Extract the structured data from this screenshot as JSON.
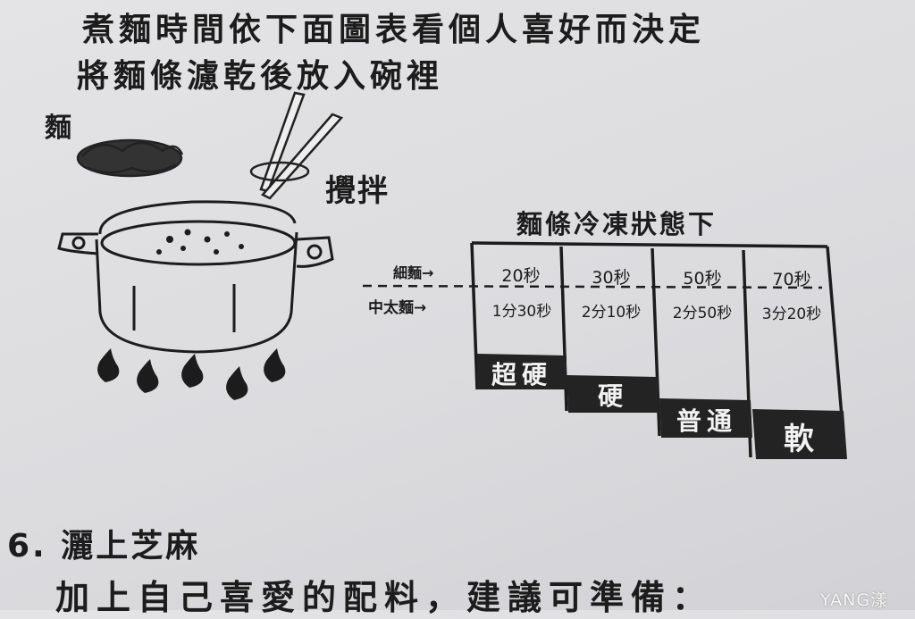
{
  "instructions": {
    "line1": "煮麵時間依下面圖表看個人喜好而決定",
    "line2": "將麵條濾乾後放入碗裡"
  },
  "illustration": {
    "noodle_label": "麵",
    "stir_label": "攪拌"
  },
  "timing_table": {
    "title": "麵條冷凍狀態下",
    "row_labels": {
      "thin": "細麵→",
      "thick": "中太麵→"
    },
    "columns": [
      {
        "thin_time": "20秒",
        "thick_time": "1分30秒",
        "texture": "超硬"
      },
      {
        "thin_time": "30秒",
        "thick_time": "2分10秒",
        "texture": "硬"
      },
      {
        "thin_time": "50秒",
        "thick_time": "2分50秒",
        "texture": "普通"
      },
      {
        "thin_time": "70秒",
        "thick_time": "3分20秒",
        "texture": "軟"
      }
    ]
  },
  "step6": {
    "heading": "6. 灑上芝麻",
    "line": "加上自己喜愛的配料，建議可準備："
  },
  "watermark": "YANG漾"
}
